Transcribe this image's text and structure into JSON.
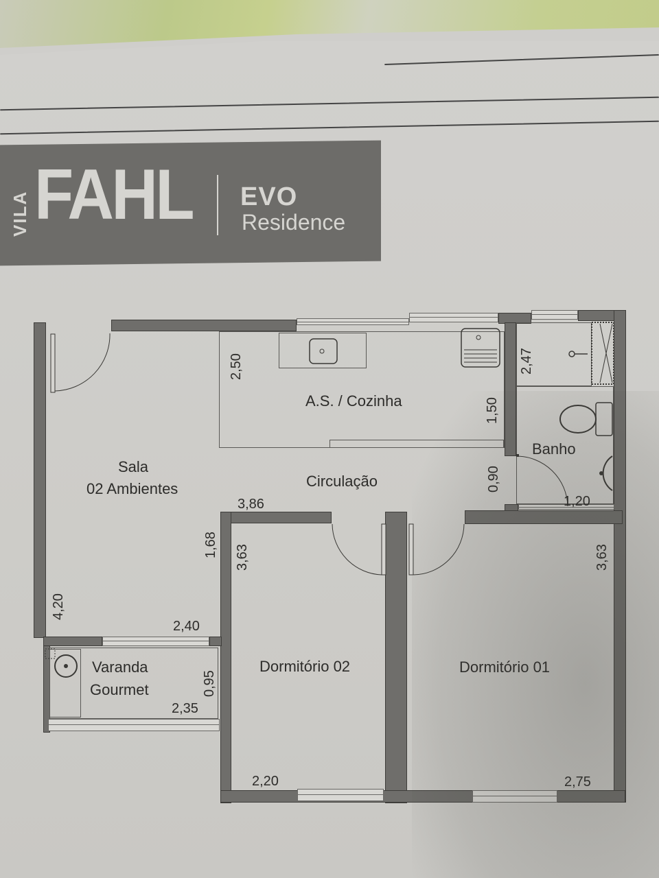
{
  "brand": {
    "prefix": "VILA",
    "name": "FAHL",
    "product": "EVO",
    "subtitle": "Residence"
  },
  "rooms": {
    "kitchen": "A.S. / Cozinha",
    "bath": "Banho",
    "living_line1": "Sala",
    "living_line2": "02 Ambientes",
    "hall": "Circulação",
    "bedroom2": "Dormitório 02",
    "bedroom1": "Dormitório 01",
    "balcony_line1": "Varanda",
    "balcony_line2": "Gourmet"
  },
  "dimensions": {
    "kitchen_height": "2,50",
    "kitchen_side": "1,50",
    "bath_shower": "2,47",
    "bath_door": "0,90",
    "bath_width": "1,20",
    "hall_width": "3,86",
    "living_side": "1,68",
    "bedroom2_height": "3,63",
    "bedroom1_height": "3,63",
    "living_height": "4,20",
    "living_width": "2,40",
    "balcony_depth": "0,95",
    "balcony_width": "2,35",
    "bedroom2_width": "2,20",
    "bedroom1_width": "2,75"
  },
  "colors": {
    "wall": "#6f6e6b",
    "paper": "#cfcecb",
    "banner": "#6d6c69",
    "text": "#2d2c2a"
  }
}
